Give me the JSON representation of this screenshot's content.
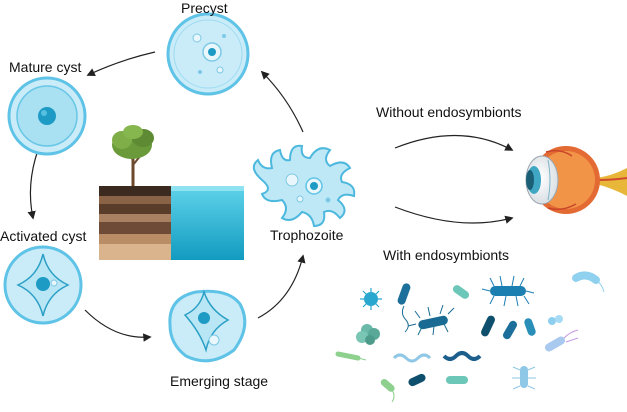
{
  "labels": {
    "precyst": "Precyst",
    "mature_cyst": "Mature cyst",
    "activated_cyst": "Activated cyst",
    "emerging_stage": "Emerging stage",
    "trophozoite": "Trophozoite",
    "without_endosymbionts": "Without endosymbionts",
    "with_endosymbionts": "With endosymbionts"
  },
  "colors": {
    "cyst_fill": "#c9ecf8",
    "cyst_ring": "#5ec3e6",
    "nucleus": "#1e9bc4",
    "arrow": "#222222",
    "water": "#2bb8d6",
    "soil_dark": "#3b2a20",
    "soil_light": "#c9a27a",
    "tree": "#6a9a3a",
    "eye_iris": "#e2752a"
  },
  "icons": [
    "precyst-icon",
    "mature-cyst-icon",
    "activated-cyst-icon",
    "emerging-stage-icon",
    "trophozoite-icon",
    "soil-water-habitat-icon",
    "tree-icon",
    "eye-icon",
    "bacteria-cluster-icon"
  ]
}
